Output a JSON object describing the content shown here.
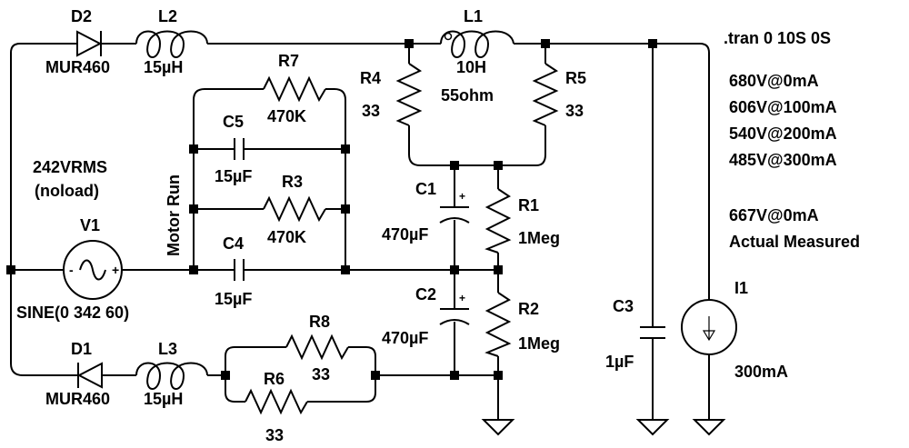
{
  "components": {
    "D2": {
      "ref": "D2",
      "value": "MUR460"
    },
    "L2": {
      "ref": "L2",
      "value": "15µH"
    },
    "L1": {
      "ref": "L1",
      "value": "10H",
      "extra": "55ohm"
    },
    "R4": {
      "ref": "R4",
      "value": "33"
    },
    "R5": {
      "ref": "R5",
      "value": "33"
    },
    "R7": {
      "ref": "R7",
      "value": "470K"
    },
    "C5": {
      "ref": "C5",
      "value": "15µF"
    },
    "R3": {
      "ref": "R3",
      "value": "470K"
    },
    "C4": {
      "ref": "C4",
      "value": "15µF"
    },
    "C1": {
      "ref": "C1",
      "value": "470µF"
    },
    "R1": {
      "ref": "R1",
      "value": "1Meg"
    },
    "C2": {
      "ref": "C2",
      "value": "470µF"
    },
    "R2": {
      "ref": "R2",
      "value": "1Meg"
    },
    "V1": {
      "ref": "V1",
      "value": "SINE(0 342 60)"
    },
    "D1": {
      "ref": "D1",
      "value": "MUR460"
    },
    "L3": {
      "ref": "L3",
      "value": "15µH"
    },
    "R8": {
      "ref": "R8",
      "value": "33"
    },
    "R6": {
      "ref": "R6",
      "value": "33"
    },
    "C3": {
      "ref": "C3",
      "value": "1µF"
    },
    "I1": {
      "ref": "I1",
      "value": "300mA"
    }
  },
  "annotations": {
    "motor_run": "Motor Run",
    "vrms_line1": "242VRMS",
    "vrms_line2": "(noload)",
    "sim_command": ".tran 0 10S 0S",
    "sim_results": [
      "680V@0mA",
      "606V@100mA",
      "540V@200mA",
      "485V@300mA"
    ],
    "measured_value": "667V@0mA",
    "measured_label": "Actual Measured"
  },
  "source_signs": {
    "minus": "-",
    "plus": "+"
  },
  "polarity_mark": "+"
}
